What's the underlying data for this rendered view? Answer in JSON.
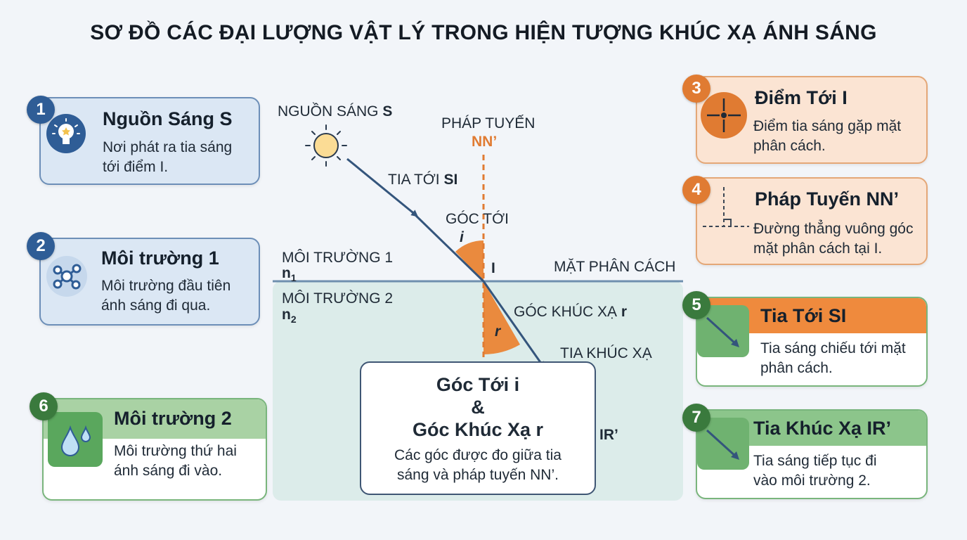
{
  "title": "SƠ ĐỒ CÁC ĐẠI LƯỢNG VẬT LÝ TRONG HIỆN TƯỢNG KHÚC XẠ ÁNH SÁNG",
  "cards": {
    "c1": {
      "number": "1",
      "title": "Nguồn Sáng S",
      "desc1": "Nơi phát ra tia sáng",
      "desc2": "tới điểm I.",
      "icon": "lightbulb-icon"
    },
    "c2": {
      "number": "2",
      "title": "Môi trường 1",
      "desc1": "Môi trường đầu tiên",
      "desc2": "ánh sáng đi qua.",
      "icon": "molecule-icon"
    },
    "c3": {
      "number": "3",
      "title": "Điểm Tới I",
      "desc1": "Điểm tia sáng gặp mặt",
      "desc2": "phân cách.",
      "icon": "crosshair-icon"
    },
    "c4": {
      "number": "4",
      "title": "Pháp Tuyến NN’",
      "desc1": "Đường thẳng vuông góc",
      "desc2": "mặt phân cách tại I.",
      "icon": "right-angle-icon"
    },
    "c5": {
      "number": "5",
      "title": "Tia Tới SI",
      "desc1": "Tia sáng chiếu tới mặt",
      "desc2": "phân cách.",
      "icon": "arrow-icon"
    },
    "c6": {
      "number": "6",
      "title": "Môi trường 2",
      "desc1": "Môi trường thứ hai",
      "desc2": "ánh sáng đi vào.",
      "icon": "water-drops-icon"
    },
    "c7": {
      "number": "7",
      "title": "Tia Khúc Xạ IR’",
      "desc1": "Tia sáng tiếp tục đi",
      "desc2": "vào môi trường 2.",
      "icon": "arrow-icon"
    }
  },
  "diagram": {
    "source_label": "NGUỒN SÁNG",
    "source_letter": "S",
    "normal_label": "PHÁP TUYẾN",
    "normal_name": "NN’",
    "incident_ray_label": "TIA TỚI",
    "incident_ray_name": "SI",
    "incidence_angle_label": "GÓC TỚI",
    "incidence_angle_symbol": "i",
    "medium1_label": "MÔI TRƯỜNG 1",
    "n1_base": "n",
    "n1_sub": "1",
    "point_label": "I",
    "interface_label": "MẶT PHÂN CÁCH",
    "medium2_label": "MÔI TRƯỜNG 2",
    "n2_base": "n",
    "n2_sub": "2",
    "refraction_angle_label": "GÓC KHÚC XẠ",
    "refraction_angle_symbol": "r",
    "refracted_ray_label": "TIA KHÚC XẠ",
    "refracted_ray_end": "IR’"
  },
  "center_box": {
    "line1": "Góc Tới i",
    "line2": "&",
    "line3": "Góc Khúc Xạ r",
    "desc1": "Các góc được đo giữa tia",
    "desc2": "sáng và pháp tuyến NN’."
  },
  "colors": {
    "blue_card": "#dbe7f4",
    "orange_card": "#fbe4d3",
    "green_accent": "#79b57c",
    "orange_accent": "#e07b32",
    "ray": "#34557c",
    "medium2": "#dcecea"
  }
}
